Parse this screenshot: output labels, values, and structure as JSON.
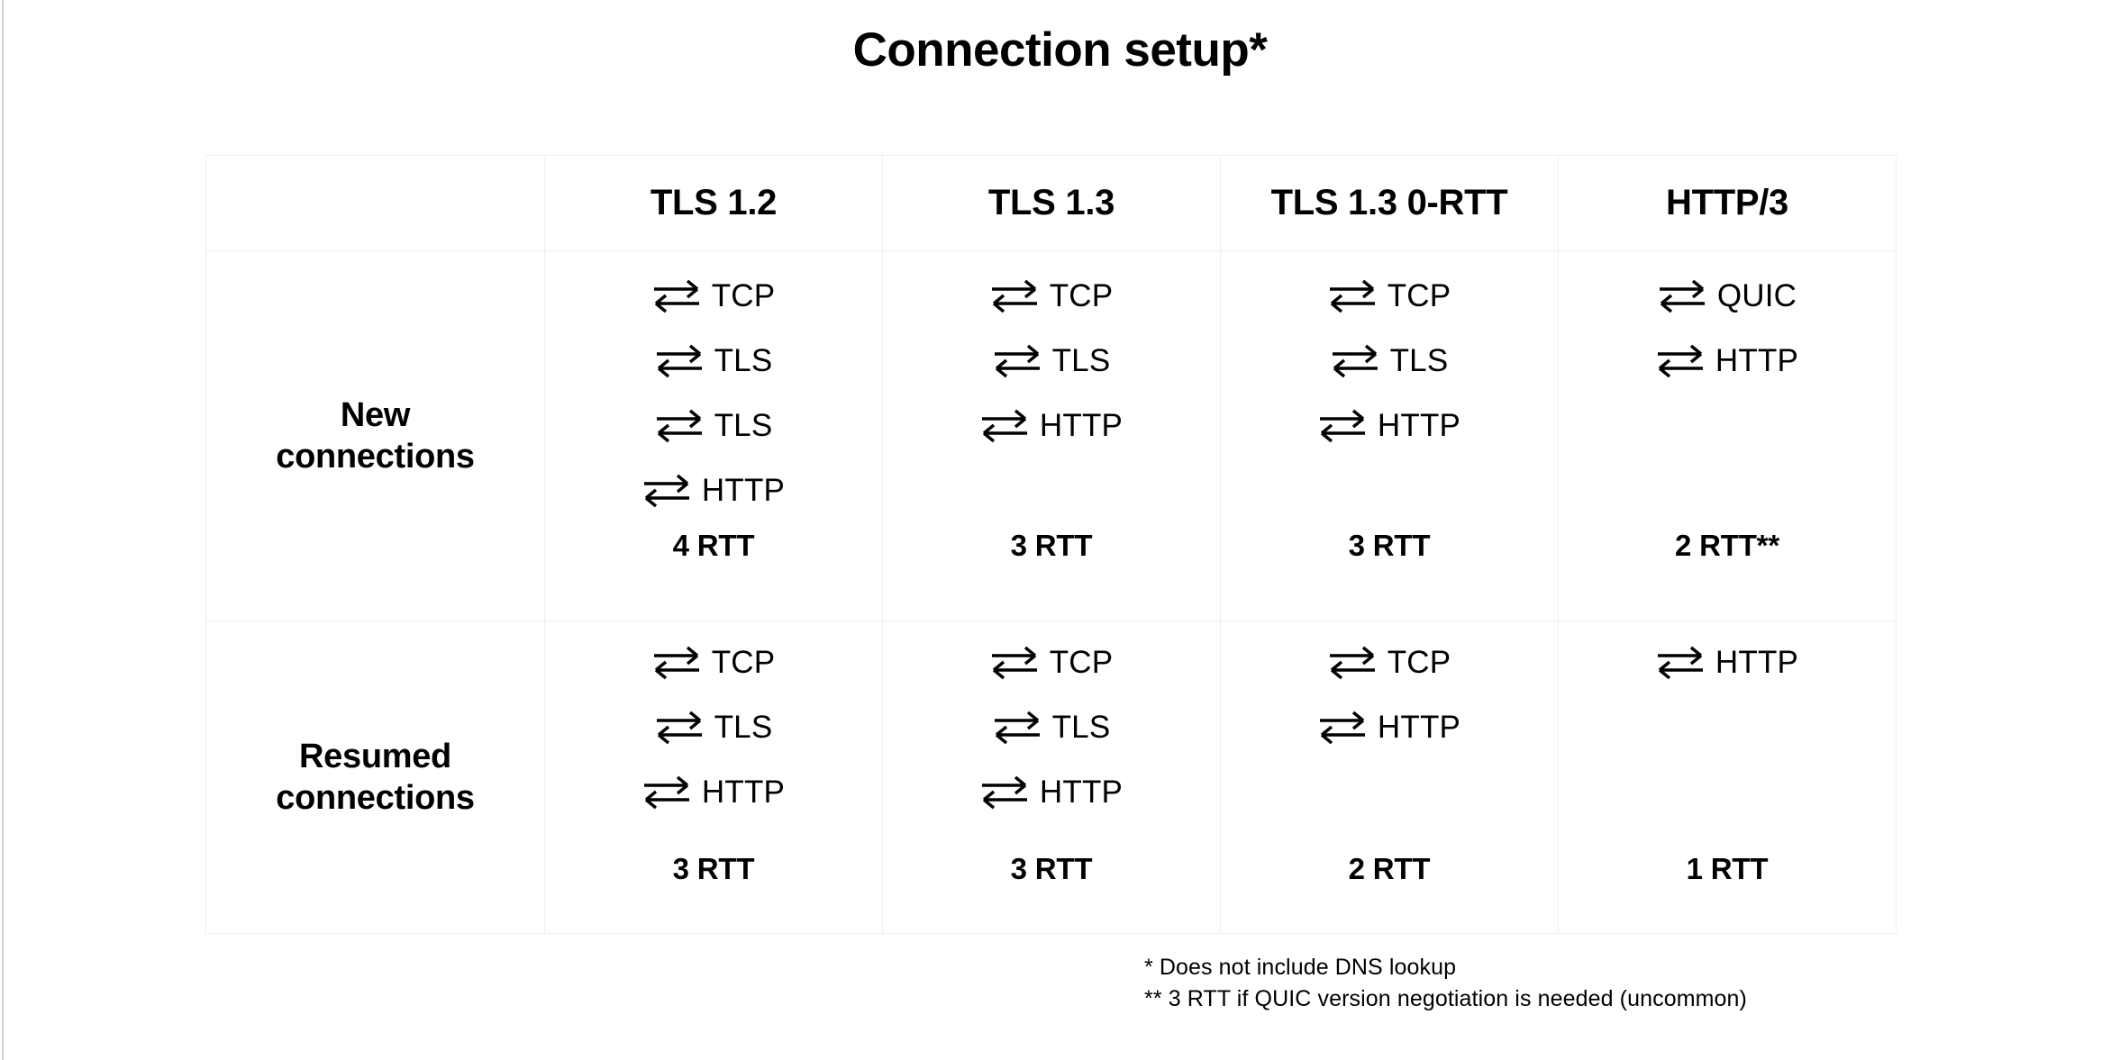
{
  "title": "Connection setup*",
  "colors": {
    "background": "#ffffff",
    "text": "#000000",
    "table_border": "#efefef",
    "edge_rule": "#d3d3d3"
  },
  "table": {
    "corner_label": "",
    "column_headers": [
      "TLS 1.2",
      "TLS 1.3",
      "TLS 1.3 0-RTT",
      "HTTP/3"
    ],
    "rows": [
      {
        "label": "New\nconnections",
        "label_line1": "New",
        "label_line2": "connections",
        "cells": [
          {
            "column": "TLS 1.2",
            "steps": [
              "TCP",
              "TLS",
              "TLS",
              "HTTP"
            ],
            "arrow_icon": "bidirectional-arrow-icon",
            "rtt": "4 RTT"
          },
          {
            "column": "TLS 1.3",
            "steps": [
              "TCP",
              "TLS",
              "HTTP"
            ],
            "arrow_icon": "bidirectional-arrow-icon",
            "rtt": "3 RTT"
          },
          {
            "column": "TLS 1.3 0-RTT",
            "steps": [
              "TCP",
              "TLS",
              "HTTP"
            ],
            "arrow_icon": "bidirectional-arrow-icon",
            "rtt": "3 RTT"
          },
          {
            "column": "HTTP/3",
            "steps": [
              "QUIC",
              "HTTP"
            ],
            "arrow_icon": "bidirectional-arrow-icon",
            "rtt": "2 RTT**"
          }
        ]
      },
      {
        "label": "Resumed\nconnections",
        "label_line1": "Resumed",
        "label_line2": "connections",
        "cells": [
          {
            "column": "TLS 1.2",
            "steps": [
              "TCP",
              "TLS",
              "HTTP"
            ],
            "arrow_icon": "bidirectional-arrow-icon",
            "rtt": "3 RTT"
          },
          {
            "column": "TLS 1.3",
            "steps": [
              "TCP",
              "TLS",
              "HTTP"
            ],
            "arrow_icon": "bidirectional-arrow-icon",
            "rtt": "3 RTT"
          },
          {
            "column": "TLS 1.3 0-RTT",
            "steps": [
              "TCP",
              "HTTP"
            ],
            "arrow_icon": "bidirectional-arrow-icon",
            "rtt": "2 RTT"
          },
          {
            "column": "HTTP/3",
            "steps": [
              "HTTP"
            ],
            "arrow_icon": "bidirectional-arrow-icon",
            "rtt": "1 RTT"
          }
        ]
      }
    ]
  },
  "footnotes": [
    "* Does not include DNS lookup",
    "** 3 RTT if QUIC version negotiation is needed (uncommon)"
  ]
}
